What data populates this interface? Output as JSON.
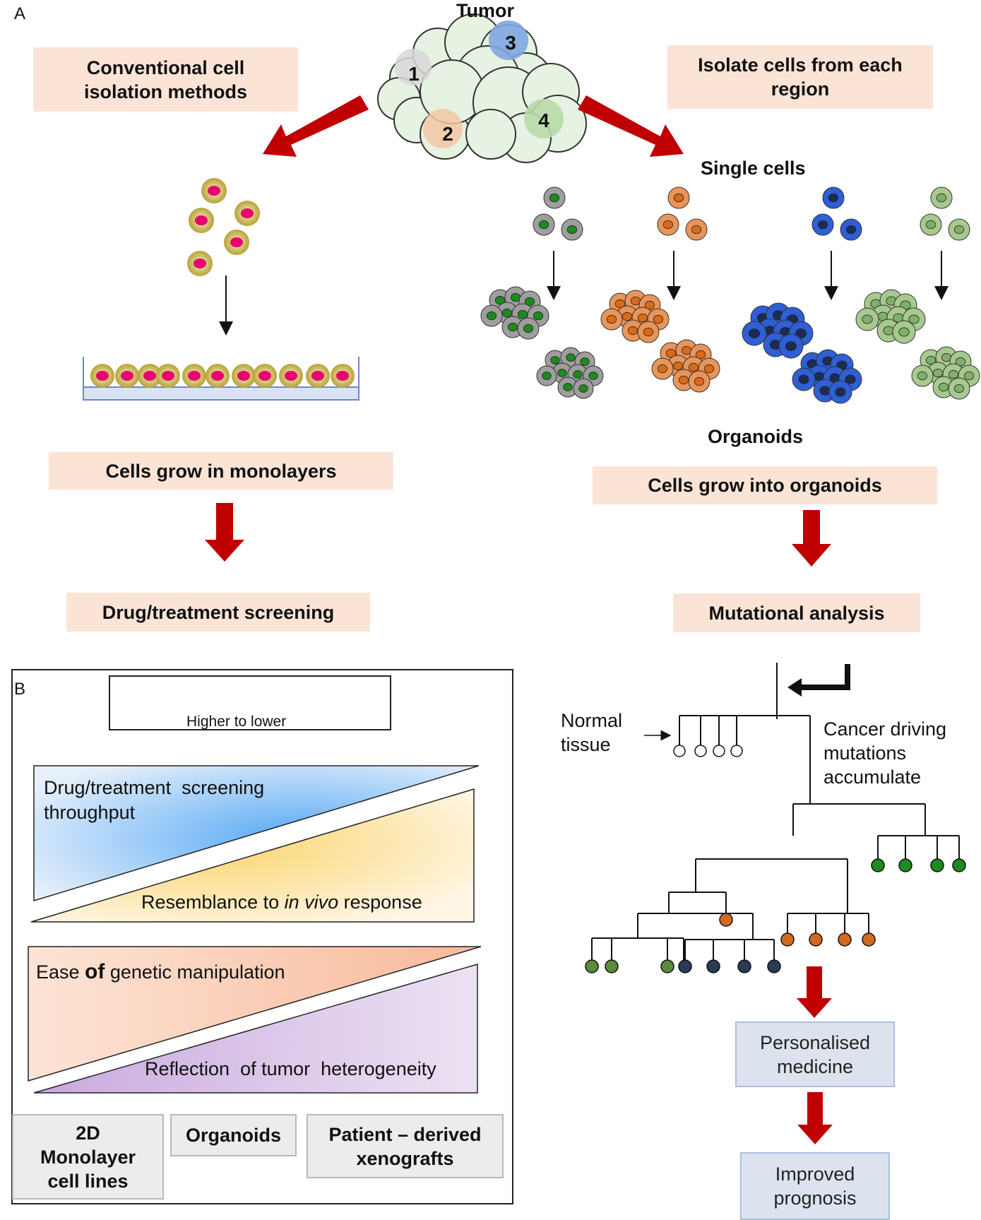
{
  "panels": {
    "a": "A",
    "b": "B"
  },
  "tumor": {
    "title": "Tumor",
    "regions": [
      "1",
      "2",
      "3",
      "4"
    ]
  },
  "left": {
    "method": "Conventional cell isolation methods",
    "grow": "Cells grow in monolayers",
    "screen": "Drug/treatment screening"
  },
  "right": {
    "method": "Isolate cells from each region",
    "single_cells": "Single cells",
    "organoids": "Organoids",
    "grow": "Cells grow into organoids",
    "analysis": "Mutational analysis"
  },
  "tree": {
    "normal": "Normal tissue",
    "cancer": "Cancer driving mutations accumulate"
  },
  "outcomes": {
    "personalised": "Personalised medicine",
    "improved": "Improved prognosis"
  },
  "legend": {
    "label": "Higher to lower"
  },
  "gradients": {
    "top_a": "Drug/treatment  screening throughput",
    "top_b_pre": "Resemblance to ",
    "top_b_em": "in vivo",
    "top_b_post": " response",
    "bot_a_pre": "Ease ",
    "bot_a_of": "of",
    "bot_a_post": " genetic manipulation",
    "bot_b": "Reflection  of tumor  heterogeneity"
  },
  "models": [
    "2D Monolayer cell lines",
    "Organoids",
    "Patient – derived xenografts"
  ],
  "colors": {
    "red_arrow": "#c00000",
    "peach": "#fbe4d6",
    "pink_nucleus": "#e8006f",
    "gray_cell": "#9e9e9e",
    "orange_cell": "#e8955a",
    "blue_cell": "#2f5fd6",
    "green_cell": "#a8c98e",
    "green_node": "#1f8a1f",
    "orange_node": "#d2691e",
    "navy_node": "#2b3a55",
    "olive_node": "#5a8a3a"
  }
}
